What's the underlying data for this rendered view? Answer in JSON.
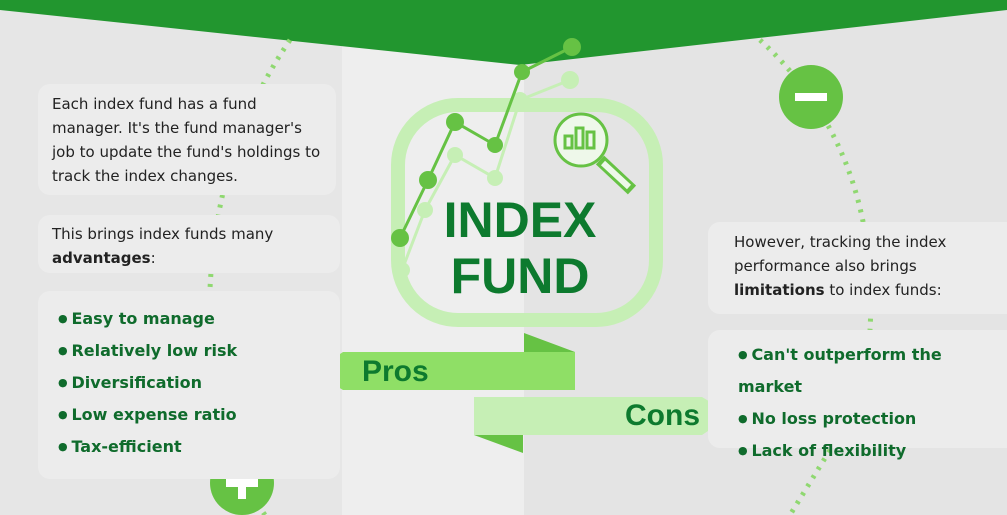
{
  "title": {
    "line1": "INDEX",
    "line2": "FUND"
  },
  "left": {
    "intro": "Each index fund has a fund manager. It's the fund manager's job to update the fund's holdings to track the index changes.",
    "advantages_prefix": "This brings index funds many ",
    "advantages_bold": "advantages",
    "advantages_suffix": ":",
    "pros": [
      "Easy to manage",
      "Relatively low risk",
      "Diversification",
      "Low expense ratio",
      "Tax-efficient"
    ]
  },
  "right": {
    "limits_prefix": "However, tracking the index performance also brings ",
    "limits_bold": "limitations",
    "limits_suffix": " to index funds:",
    "cons": [
      "Can't outperform the market",
      "No loss protection",
      "Lack of flexibility"
    ]
  },
  "ribbons": {
    "pros": "Pros",
    "cons": "Cons"
  },
  "colors": {
    "dark": "#22962f",
    "mid": "#66c244",
    "light": "#c6efb5",
    "text": "#0d7a2e"
  }
}
